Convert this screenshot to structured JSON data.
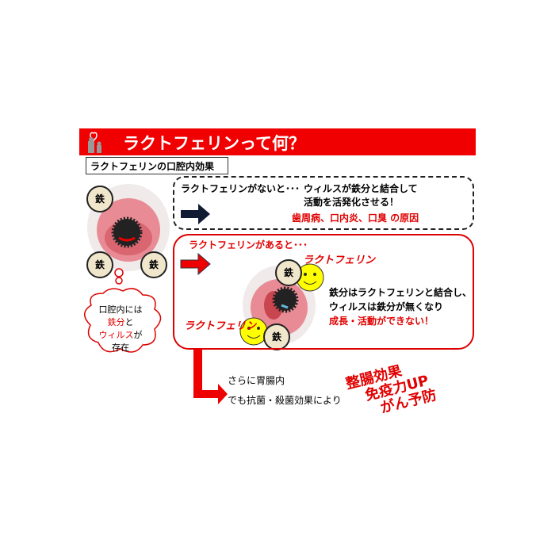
{
  "banner": {
    "title": "ラクトフェリンって何？"
  },
  "subtitle": "ラクトフェリンの口腔内効果",
  "without": {
    "line1": "ラクトフェリンがないと･･･",
    "line1b": "ウィルスが鉄分と結合して",
    "line2": "活動を活発化させる！",
    "cause": "歯周病、口内炎、口臭  の原因"
  },
  "with": {
    "heading": "ラクトフェリンがあると･･･",
    "label": "ラクトフェリン",
    "line1": "鉄分はラクトフェリンと結合し、",
    "line2": "ウィルスは鉄分が無くなり",
    "line3": "成長・活動ができない！"
  },
  "iron": "鉄",
  "cloud": {
    "line1": "口腔内には",
    "iron": "鉄分",
    "to": "と",
    "virus": "ウィルス",
    "ga": "が",
    "exist": "存在"
  },
  "gut": {
    "line1": "さらに胃腸内",
    "line2": "でも抗菌・殺菌効果により"
  },
  "effects": [
    "整腸効果",
    "免疫力UP",
    "がん予防"
  ],
  "colors": {
    "red": "#f00000",
    "text": "#111111"
  }
}
